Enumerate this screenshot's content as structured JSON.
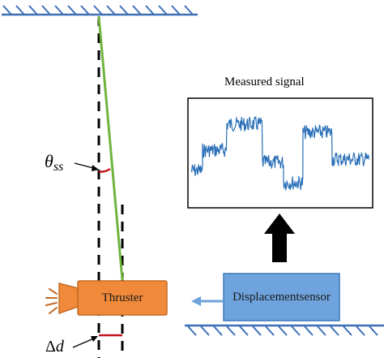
{
  "figure": {
    "signal_box_title": "Measured signal",
    "thruster_label": "Thruster",
    "sensor_label_line1": "Displacement",
    "sensor_label_line2": "sensor",
    "angle_symbol": "θ",
    "angle_subscript": "ss",
    "offset_delta": "Δ",
    "offset_var": "d"
  },
  "colors": {
    "ceiling_hatch": "#3d6fb6",
    "pendulum": "#6fb43f",
    "reference_line": "#000000",
    "angle_arc": "#c0141c",
    "thruster_fill": "#f08a3a",
    "thruster_border": "#c46a26",
    "sensor_fill": "#6ea3dd",
    "sensor_border": "#3f78b8",
    "signal_trace": "#2a70b8",
    "arrow_up": "#000000"
  },
  "icons": {
    "nozzle": "thruster-nozzle-icon",
    "plume": "exhaust-plume-icon",
    "arrow": "up-arrow-icon"
  }
}
